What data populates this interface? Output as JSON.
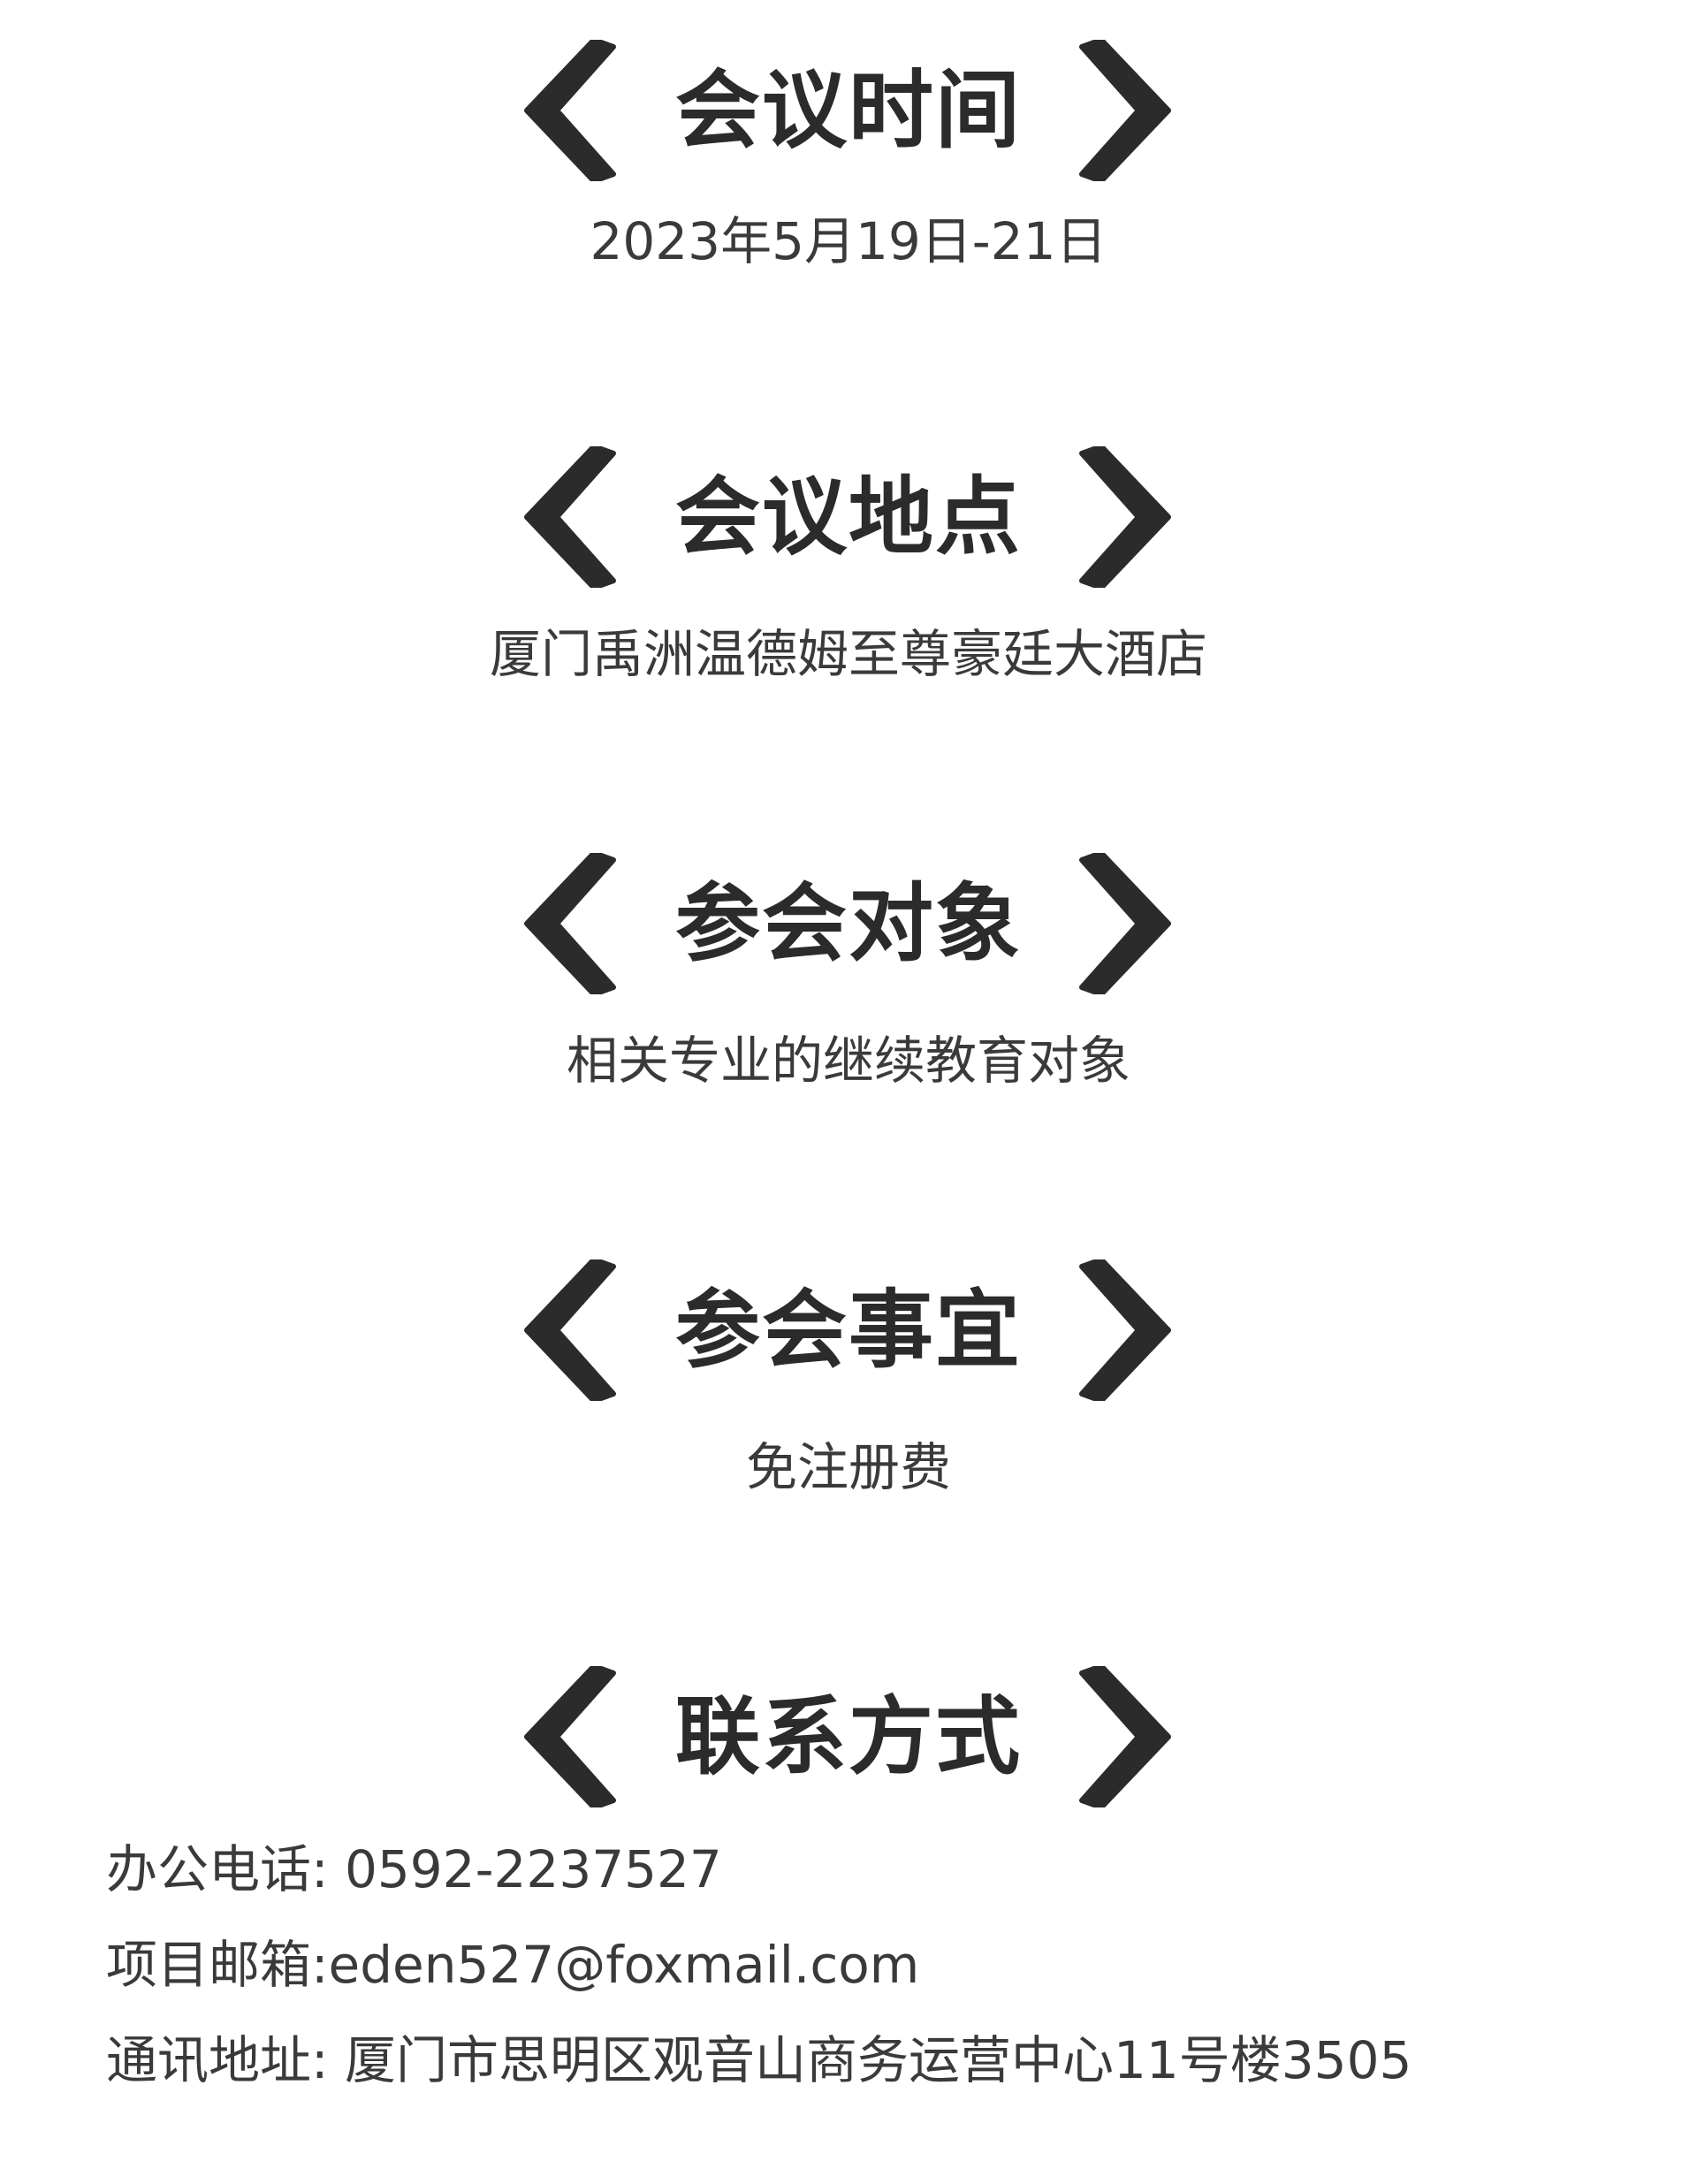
{
  "sections": [
    {
      "heading": "会议时间",
      "content": "2023年5月19日-21日"
    },
    {
      "heading": "会议地点",
      "content": "厦门禹洲温德姆至尊豪廷大酒店"
    },
    {
      "heading": "参会对象",
      "content": "相关专业的继续教育对象"
    },
    {
      "heading": "参会事宜",
      "content": "免注册费"
    },
    {
      "heading": "联系方式"
    }
  ],
  "contact": {
    "phone": "办公电话: 0592-2237527",
    "email": "项目邮箱:eden527@foxmail.com",
    "address": "通讯地址: 厦门市思明区观音山商务运营中心11号楼3505"
  },
  "icons": {
    "left": "chevron-left-icon",
    "right": "chevron-right-icon"
  },
  "colors": {
    "text": "#2b2b2b",
    "chevron": "#2b2b2b"
  }
}
